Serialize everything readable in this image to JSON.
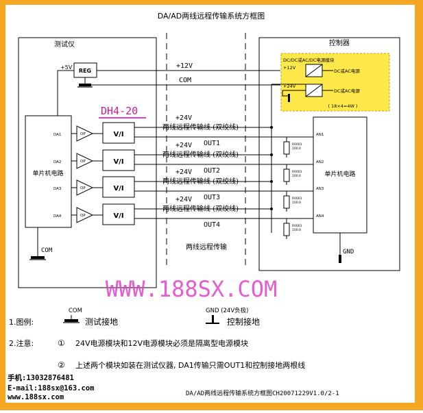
{
  "title": "DA/AD两线远程传输系统方框图",
  "left_box": {
    "label": "测试仪",
    "mcu": "单片机电路",
    "com": "COM",
    "vcc": "+5V",
    "reg": "REG"
  },
  "right_box": {
    "label": "控制器",
    "mcu": "单片机电路",
    "gnd": "GND"
  },
  "module": {
    "title": "DC/DC或AC/DC电源模块",
    "v12": "+12V",
    "v24": "+24V",
    "out1": "DC或AC电源",
    "out2": "DC或AC电源",
    "note": "( 18×4=4W )"
  },
  "bus": {
    "v12": "+12V",
    "com": "COM"
  },
  "model": "DH4-20",
  "amp": "OP",
  "vi": "V/I",
  "resistor": [
    "R0001",
    "100.0"
  ],
  "channels": [
    {
      "da": "DA1",
      "ain": "AN1",
      "v": "+24V",
      "line": "两线远程传输线 (双绞线)",
      "out": "OUT1"
    },
    {
      "da": "DA2",
      "ain": "AN2",
      "v": "+24V",
      "line": "两线远程传输线 (双绞线)",
      "out": "OUT2"
    },
    {
      "da": "DA3",
      "ain": "AN3",
      "v": "+24V",
      "line": "两线远程传输线 (双绞线)",
      "out": "OUT3"
    },
    {
      "da": "DA4",
      "ain": "AN4",
      "v": "+24V",
      "line": "两线远程传输线 (双绞线)",
      "out": "OUT4"
    }
  ],
  "remote_label": "两线远程传输",
  "watermark": "WWW.188SX.COM",
  "legend": {
    "item1_label": "1.图例:",
    "com": "COM",
    "test_ground": "测试接地",
    "gnd": "GND (24V负极)",
    "control_ground": "控制接地"
  },
  "notes": {
    "label": "2.注意:",
    "n1_mark": "①",
    "n1": "24V电源模块和12V电源模块必须是隔离型电源模块",
    "n2_mark": "②",
    "n2": "上述两个模块如装在测试仪器, DA1传输只需OUT1和控制接地两根线"
  },
  "contact": {
    "phone": "手机:13032876481",
    "email": "E-mail:188sx@163.com",
    "web": "www.188sx.com"
  },
  "footer": "DA/AD两线远程传输系统方框图CH20071229V1.0/2-1",
  "colors": {
    "frame": "#f5a623",
    "module_fill": "#ffe84a",
    "module_border": "#c9a400",
    "watermark": "#e040c8",
    "model_text": "#c81f9a"
  }
}
